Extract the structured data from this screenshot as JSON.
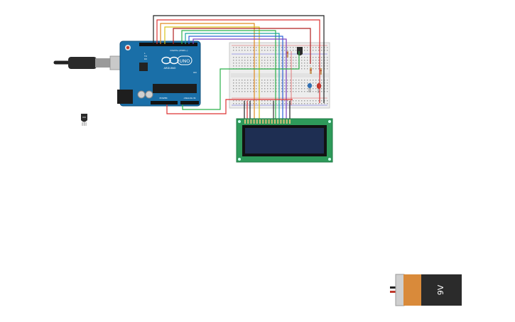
{
  "board": {
    "name": "UNO",
    "brand": "ARDUINO",
    "digital_label": "DIGITAL (PWM~)",
    "power_label": "POWER",
    "analog_label": "ANALOG IN",
    "tx_label": "TX",
    "rx_label": "RX",
    "l_label": "L",
    "on_label": "ON"
  },
  "battery": {
    "label": "9V"
  },
  "icons": {
    "usb": "usb-cable-icon",
    "sensor": "temperature-sensor-icon"
  },
  "colors": {
    "board": "#1a6fa8",
    "lcd_pcb": "#2e9a5a",
    "lcd_screen": "#1e2e52",
    "battery_body": "#2b2b2b",
    "battery_cap": "#d98a3a",
    "led_red": "#c0392b",
    "led_blue": "#2f6fb3"
  }
}
